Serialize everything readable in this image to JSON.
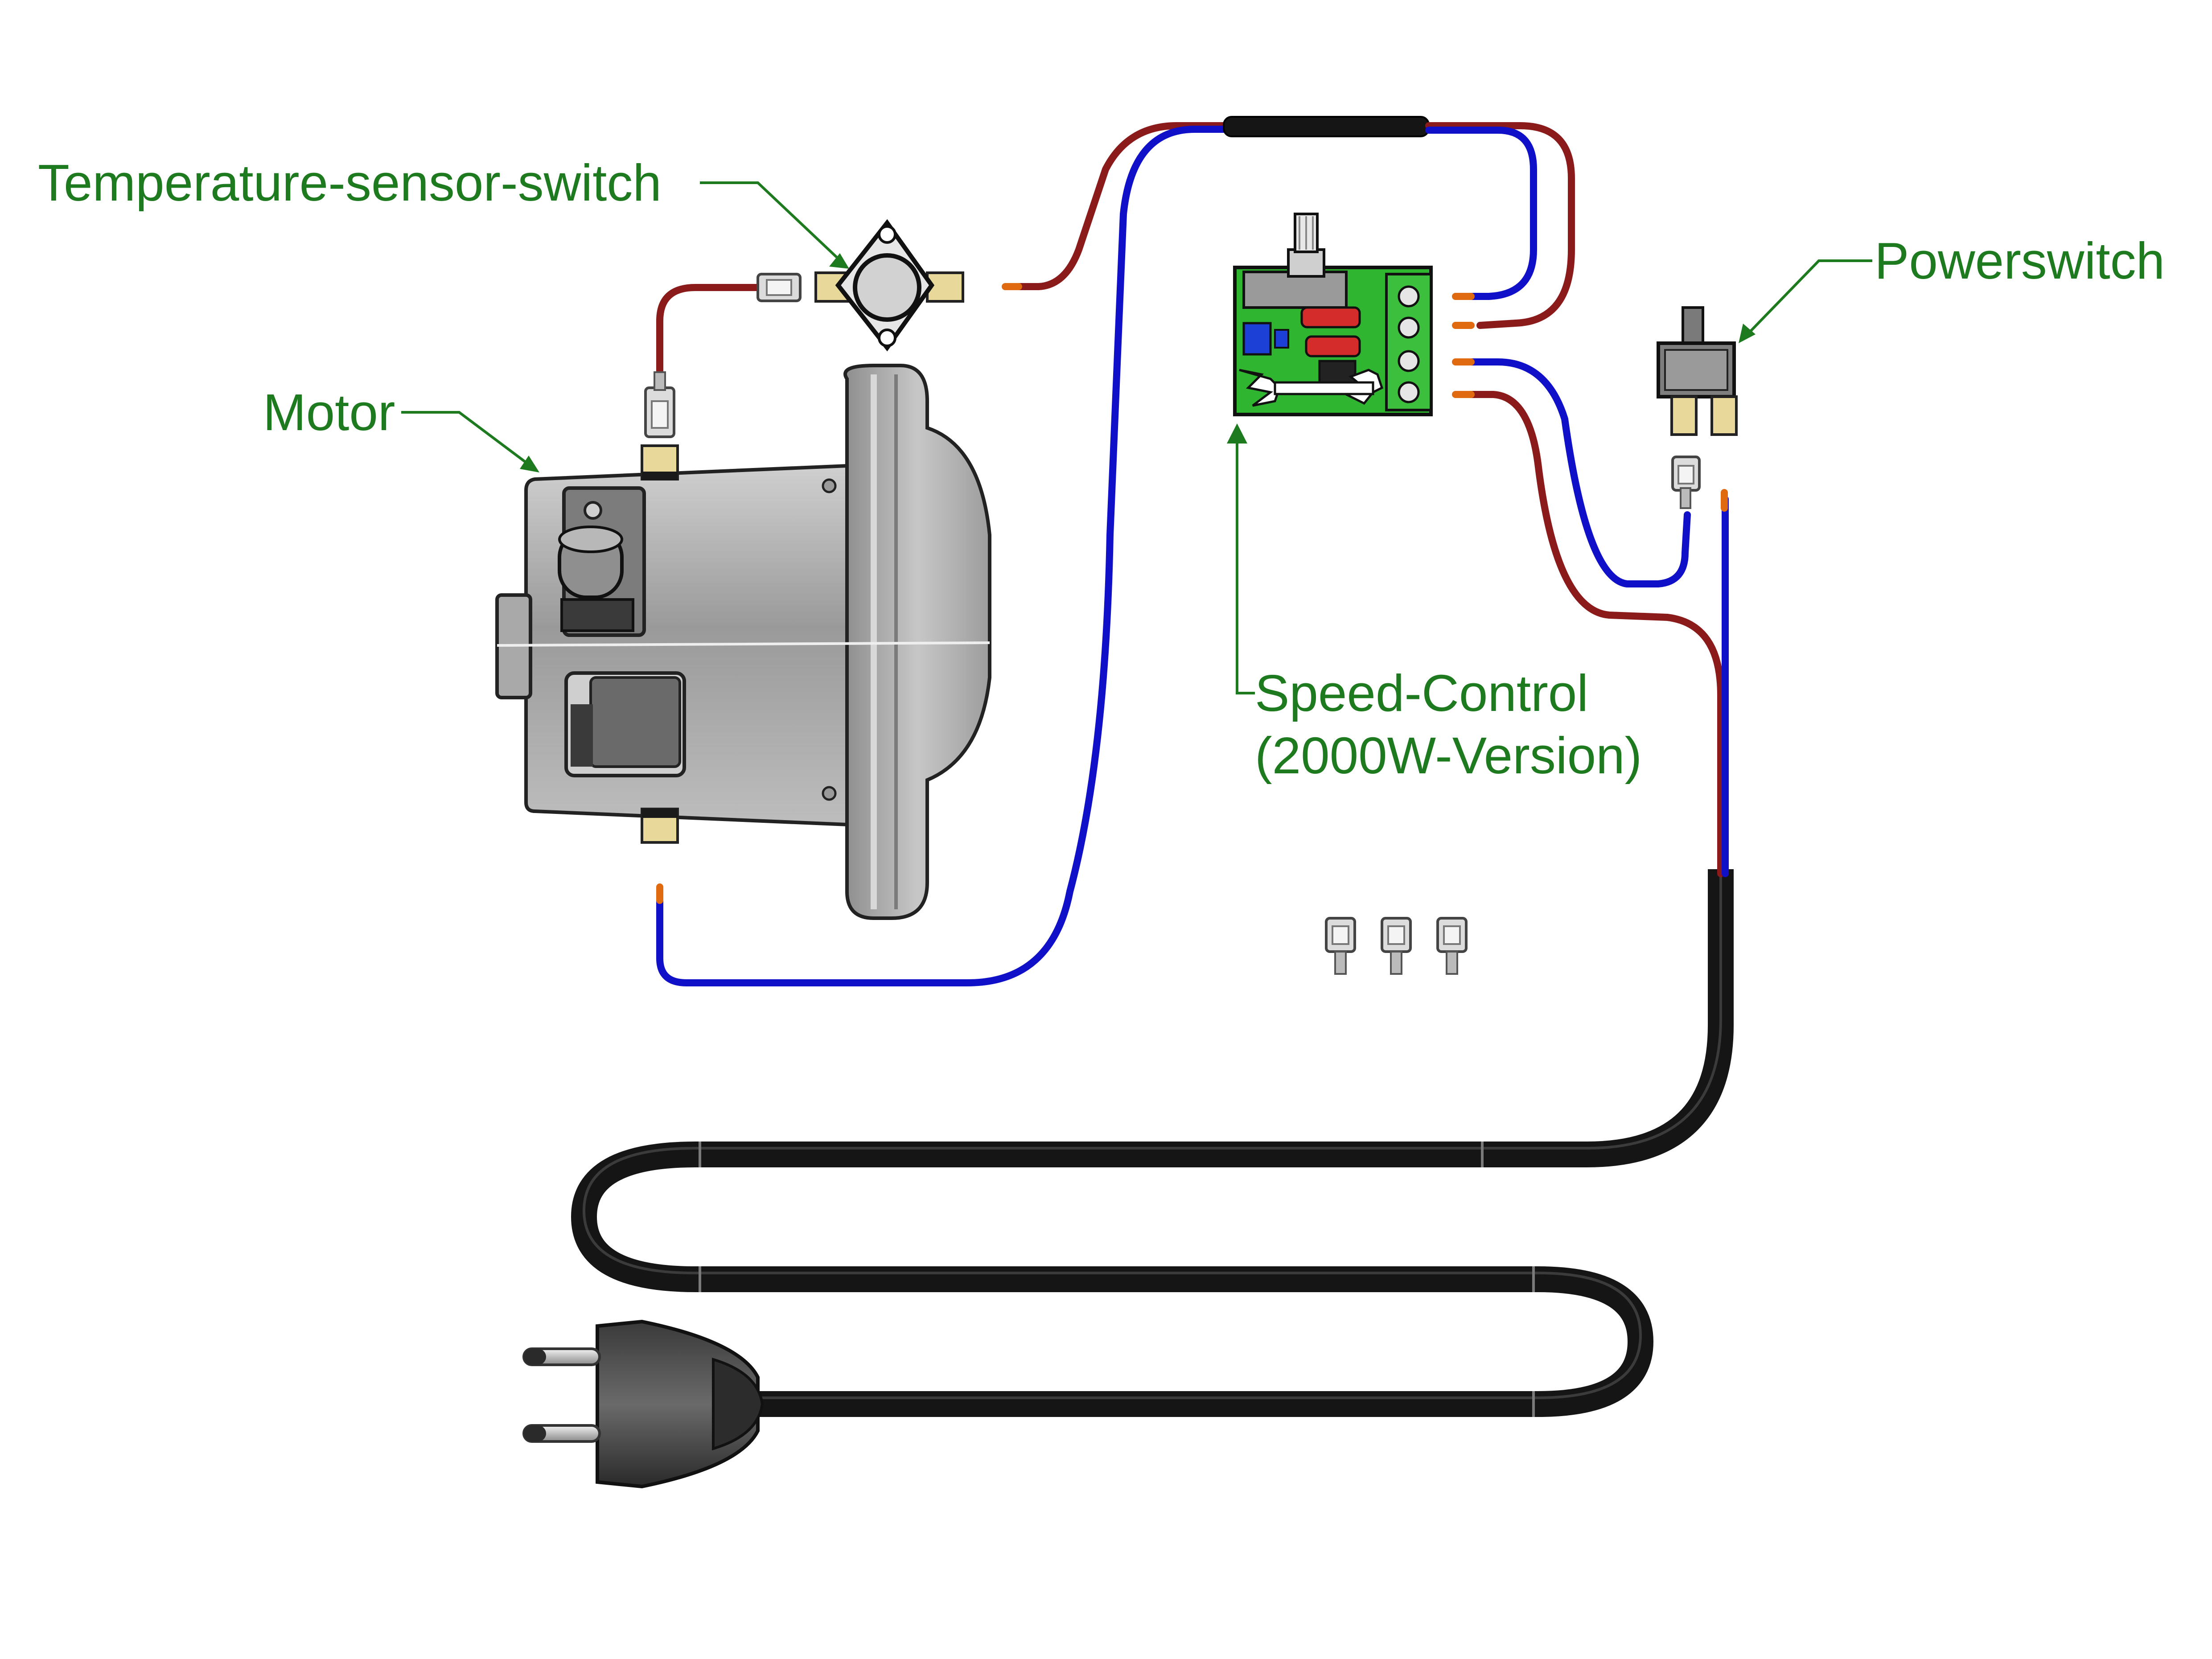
{
  "labels": {
    "temperature_switch": "Temperature-sensor-switch",
    "motor": "Motor",
    "speed_control_line1": "Speed-Control",
    "speed_control_line2": "(2000W-Version)",
    "powerswitch": "Powerswitch"
  },
  "colors": {
    "label_green": "#1e7a1e",
    "wire_red": "#8b1a1a",
    "wire_blue": "#1010c8",
    "cable_black": "#151515",
    "pcb_green": "#2fb52f",
    "terminal_green": "#3cbf3c",
    "motor_gray": "#a8a8a8",
    "connector_brass": "#e8d89a",
    "wire_tip_copper": "#e06a10"
  },
  "components": [
    {
      "name": "motor",
      "icon": "motor-icon"
    },
    {
      "name": "temperature-sensor-switch",
      "icon": "thermostat-icon"
    },
    {
      "name": "speed-control",
      "icon": "pcb-icon"
    },
    {
      "name": "powerswitch",
      "icon": "rocker-switch-icon"
    },
    {
      "name": "mains-plug",
      "icon": "plug-icon"
    },
    {
      "name": "spare-connectors",
      "icon": "spade-connector-icon"
    }
  ]
}
